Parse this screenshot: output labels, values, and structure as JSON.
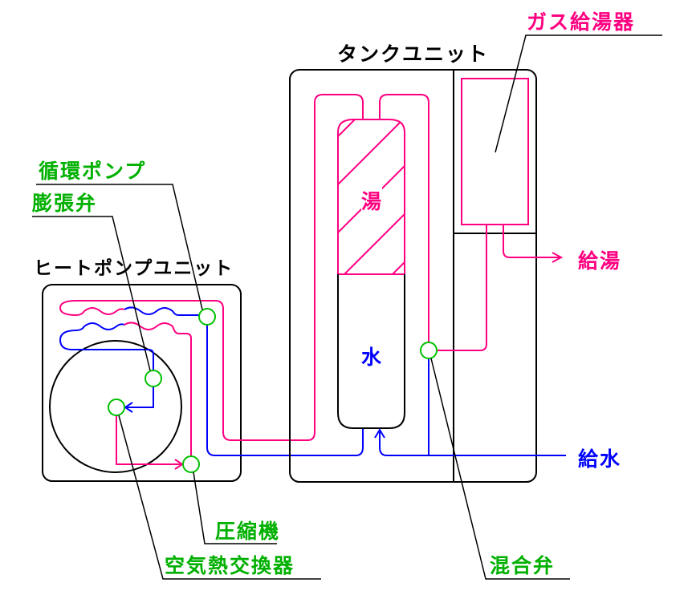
{
  "colors": {
    "hot": "#ff0080",
    "cold": "#0000ff",
    "label": "#00b000",
    "component": "#00c000"
  },
  "labels": {
    "tank_unit": "タンクユニット",
    "gas_heater": "ガス給湯器",
    "circulation_pump": "循環ポンプ",
    "expansion_valve": "膨張弁",
    "heat_pump_unit": "ヒートポンプユニット",
    "compressor": "圧縮機",
    "air_heat_exchanger": "空気熱交換器",
    "mixing_valve": "混合弁",
    "hot_water_supply": "給湯",
    "water_supply": "給水",
    "hot_water": "湯",
    "water": "水"
  }
}
